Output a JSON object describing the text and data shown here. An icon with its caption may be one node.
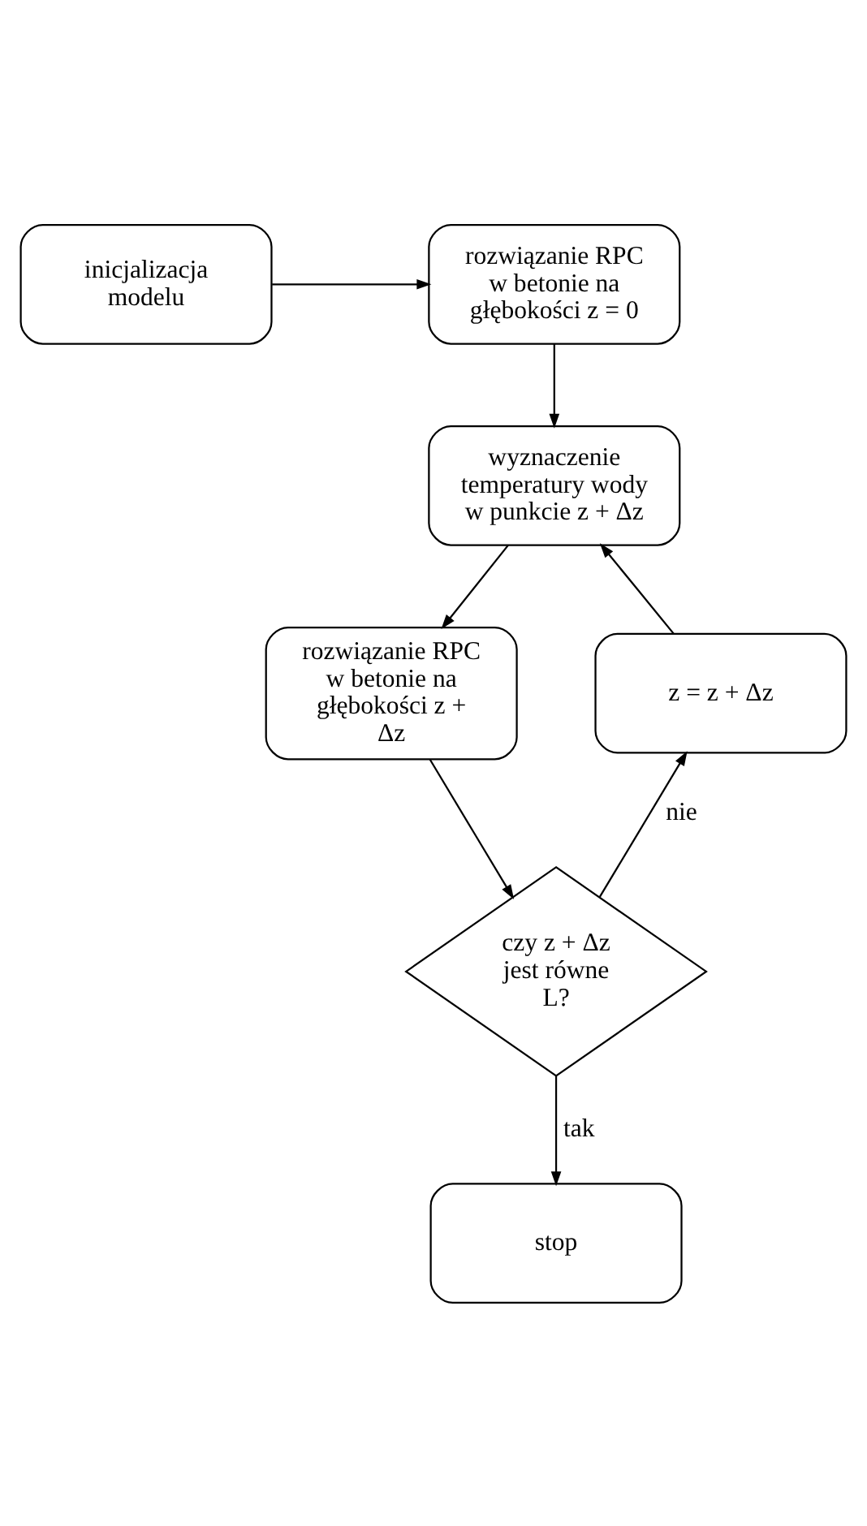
{
  "diagram": {
    "nodes": [
      {
        "text": [
          "inicjalizacja modelu"
        ]
      },
      {
        "text": [
          "rozwiązanie RPC w betonie na głębokości z = 0"
        ]
      },
      {
        "text": [
          "wyznaczenie temperatury wody w punkcie z + Δz"
        ]
      },
      {
        "text": [
          "z = z + Δz"
        ]
      },
      {
        "text": [
          "rozwiązanie RPC w betonie na głębokości z + Δz"
        ]
      },
      {
        "text": [
          "czy z + Δz jest równe L?"
        ]
      },
      {
        "text": [
          "stop"
        ]
      }
    ],
    "edges": [
      {
        "from": 0,
        "to": 1,
        "arrow": "to"
      },
      {
        "from": 1,
        "to": 2,
        "arrow": "to"
      },
      {
        "from": 2,
        "to": 4,
        "arrow": "to"
      },
      {
        "from": 4,
        "to": 5,
        "arrow": "to"
      },
      {
        "from": 5,
        "to": 3,
        "arrow": "to",
        "label": "nie"
      },
      {
        "from": 3,
        "to": 2,
        "arrow": "to"
      },
      {
        "from": 5,
        "to": 6,
        "arrow": "to",
        "label": "tak"
      }
    ]
  }
}
